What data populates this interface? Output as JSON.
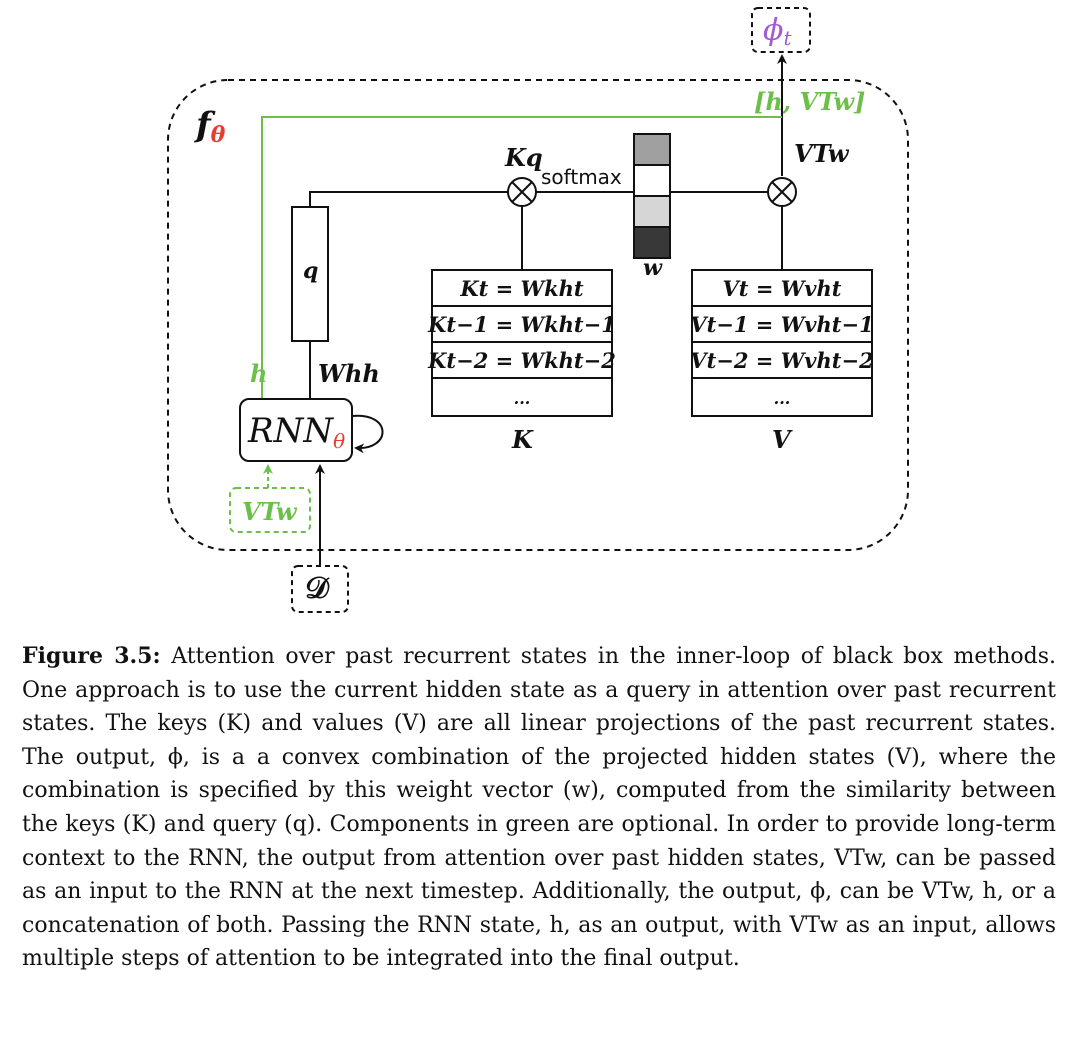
{
  "diagram": {
    "outer_label": "f",
    "outer_label_sub": "θ",
    "output_label": "ϕ",
    "output_label_sub": "t",
    "concat_label": "[h, VTw]",
    "vtw_label": "VTw",
    "kq_label": "Kq",
    "softmax_label": "softmax",
    "w_label": "w",
    "q_label": "q",
    "wh_label": "Whh",
    "h_label": "h",
    "rnn_label": "RNN",
    "rnn_sub": "θ",
    "input_vtw_label": "VTw",
    "data_label": "𝒟",
    "keys_rows": [
      "Kt = Wkht",
      "Kt−1 = Wkht−1",
      "Kt−2 = Wkht−2",
      "..."
    ],
    "keys_label": "K",
    "values_rows": [
      "Vt = Wvht",
      "Vt−1 = Wvht−1",
      "Vt−2 = Wvht−2",
      "..."
    ],
    "values_label": "V",
    "weight_cells": [
      "#a0a0a0",
      "#ffffff",
      "#d6d6d6",
      "#383838"
    ],
    "colors": {
      "optional_green": "#6cc04a",
      "theta_red": "#e53e2f",
      "phi_purple": "#a05ad8",
      "line": "#111111"
    }
  },
  "caption": {
    "figure_label": "Figure 3.5:",
    "text": "Attention over past recurrent states in the inner-loop of black box methods. One approach is to use the current hidden state as a query in attention over past recurrent states. The keys (K) and values (V) are all linear projections of the past recurrent states. The output, ϕ, is a a convex combination of the projected hidden states (V), where the combination is specified by this weight vector (w), computed from the similarity between the keys (K) and query (q). Components in green are optional. In order to provide long-term context to the RNN, the output from attention over past hidden states, VTw, can be passed as an input to the RNN at the next timestep. Additionally, the output, ϕ, can be VTw, h, or a concatenation of both. Passing the RNN state, h, as an output, with VTw as an input, allows multiple steps of attention to be integrated into the final output."
  }
}
